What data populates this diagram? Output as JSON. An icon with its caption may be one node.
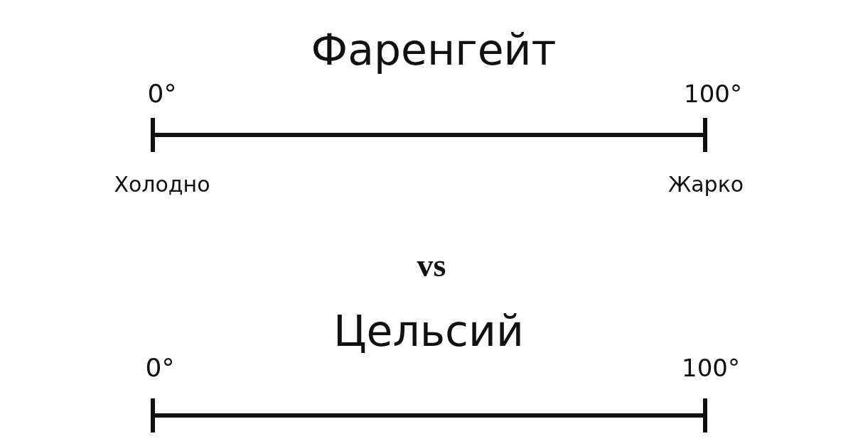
{
  "diagram": {
    "labels": [
      "Фаренгейт",
      "0°",
      "100°",
      "Холодно",
      "Жарко",
      "vs",
      "Цельсий",
      "0°",
      "100°"
    ]
  }
}
